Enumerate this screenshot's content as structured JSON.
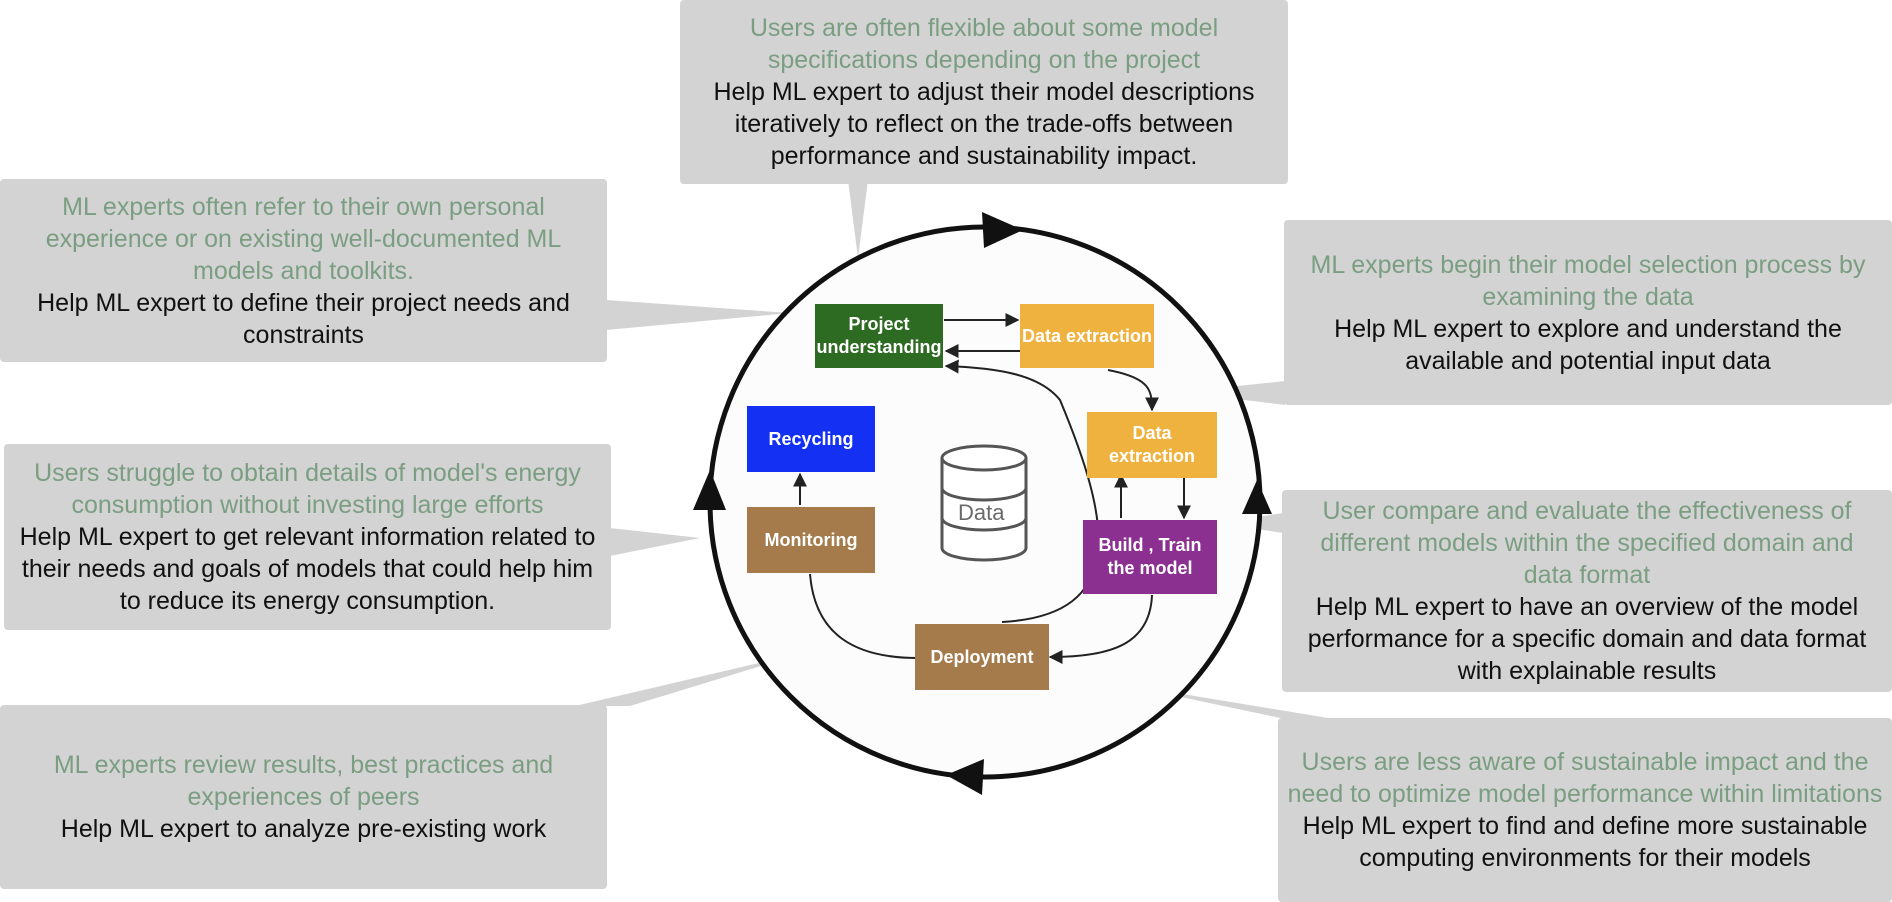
{
  "callouts": {
    "top": {
      "observation": "Users are often flexible about some model specifications depending on the project",
      "help": "Help ML expert to adjust their model descriptions iteratively to reflect on the trade-offs between performance and sustainability impact."
    },
    "upper_left": {
      "observation": "ML experts often refer to their own personal experience or on existing well-documented ML models and toolkits.",
      "help": "Help ML expert to define their project needs and constraints"
    },
    "upper_right": {
      "observation": "ML experts begin their model selection process by examining the data",
      "help": "Help ML expert to explore and understand the available and potential input data"
    },
    "middle_left": {
      "observation": "Users struggle to obtain details of  model's energy consumption without investing large efforts",
      "help": "Help ML expert to get relevant information related to their needs and goals of models that could help him to reduce its energy consumption."
    },
    "middle_right": {
      "observation": "User compare and evaluate the effectiveness of different models within the specified domain and data format",
      "help": "Help ML expert to have an overview of the model performance for a specific domain and data format with explainable results"
    },
    "lower_left": {
      "observation": "ML experts review results, best practices and experiences of peers",
      "help": "Help ML expert to analyze pre-existing work"
    },
    "lower_right": {
      "observation": "Users are less aware of sustainable impact and the need to optimize model performance within limitations",
      "help": "Help ML expert to find and define more sustainable computing environments for their models"
    }
  },
  "stages": {
    "project_understanding": "Project understanding",
    "data_extraction_1": "Data extraction",
    "data_extraction_2": "Data extraction",
    "recycling": "Recycling",
    "monitoring": "Monitoring",
    "build_train": "Build , Train the model",
    "deployment": "Deployment",
    "data_store": "Data"
  },
  "colors": {
    "callout_bg": "#d3d3d3",
    "observation_text": "#7b9e82",
    "help_text": "#111111",
    "project_understanding": "#2e6b22",
    "data_extraction": "#f0b23e",
    "recycling": "#1430f2",
    "monitoring": "#a57b4b",
    "build_train": "#8b2f91",
    "deployment": "#a57b4b"
  }
}
